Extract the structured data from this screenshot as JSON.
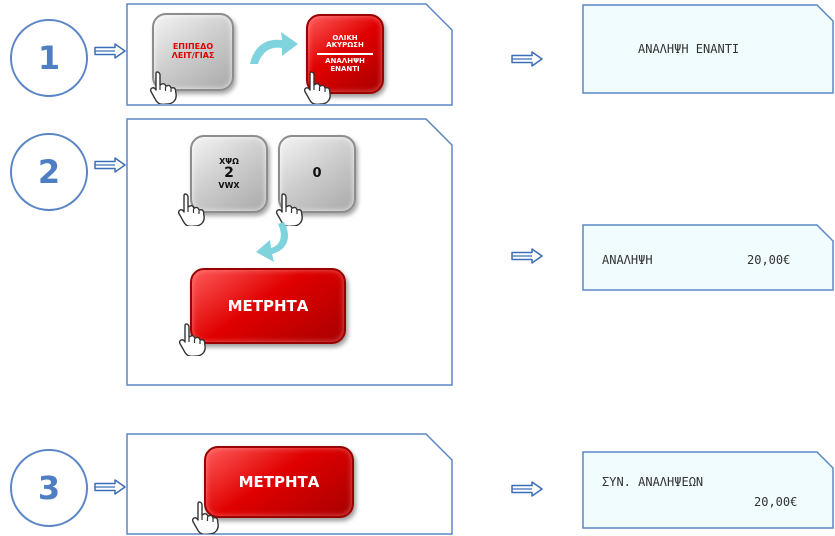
{
  "steps": [
    {
      "number": "1",
      "keys": [
        {
          "label_line1": "ΕΠΙΠΕΔΟ",
          "label_line2": "ΛΕΙΤ/ΓΙΑΣ"
        },
        {
          "label_top1": "ΟΛΙΚΗ",
          "label_top2": "ΑΚΥΡΩΣΗ",
          "label_bottom1": "ΑΝΑΛΗΨΗ",
          "label_bottom2": "ΕΝΑΝΤΙ"
        }
      ],
      "display": {
        "line1": "ΑΝΑΛΗΨΗ ΕΝΑΝΤΙ"
      }
    },
    {
      "number": "2",
      "keys": [
        {
          "label_top": "ΧΨΩ",
          "label_mid": "2",
          "label_bottom": "VWX"
        },
        {
          "label": "0"
        },
        {
          "label": "ΜΕΤΡΗΤΑ"
        }
      ],
      "display": {
        "label": "ΑΝΑΛΗΨΗ",
        "amount": "20,00€"
      }
    },
    {
      "number": "3",
      "keys": [
        {
          "label": "ΜΕΤΡΗΤΑ"
        }
      ],
      "display": {
        "line1": "ΣΥΝ. ΑΝΑΛΗΨΕΩΝ",
        "amount": "20,00€"
      }
    }
  ],
  "colors": {
    "frame": "#5b86c5",
    "display_fill": "#f0fcfe",
    "key_red": "#e00000",
    "key_gray": "#c8c8c8",
    "curved_arrow": "#7fd3dc"
  }
}
